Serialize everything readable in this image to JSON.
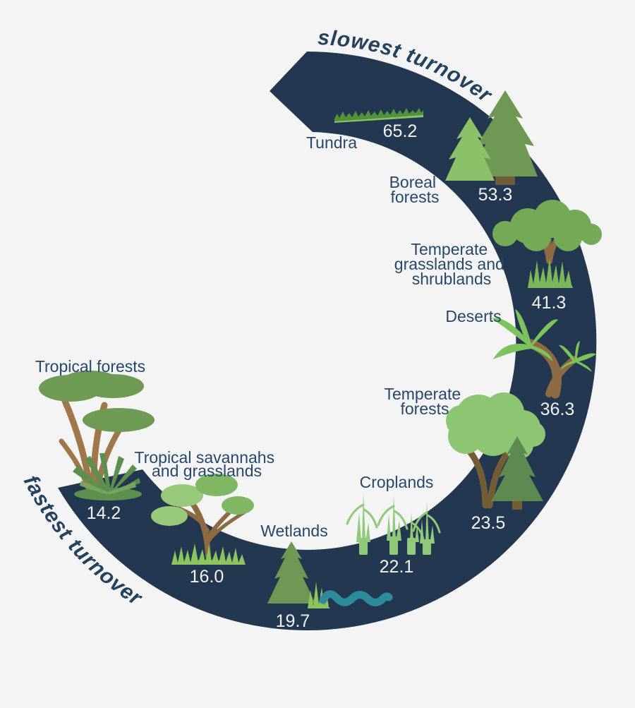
{
  "titles": {
    "slow": "slowest turnover",
    "fast": "fastest turnover"
  },
  "biomes": [
    {
      "name_lines": [
        "Tundra"
      ],
      "value": "65.2",
      "icon": "tundra-grass"
    },
    {
      "name_lines": [
        "Boreal",
        "forests"
      ],
      "value": "53.3",
      "icon": "boreal-pine-trees"
    },
    {
      "name_lines": [
        "Temperate",
        "grasslands and",
        "shrublands"
      ],
      "value": "41.3",
      "icon": "tree-with-grass"
    },
    {
      "name_lines": [
        "Deserts"
      ],
      "value": "36.3",
      "icon": "palm-trees"
    },
    {
      "name_lines": [
        "Temperate",
        "forests"
      ],
      "value": "23.5",
      "icon": "deciduous-and-pine"
    },
    {
      "name_lines": [
        "Croplands"
      ],
      "value": "22.1",
      "icon": "crop-stalks"
    },
    {
      "name_lines": [
        "Wetlands"
      ],
      "value": "19.7",
      "icon": "pine-grass-water"
    },
    {
      "name_lines": [
        "Tropical savannahs",
        "and grasslands"
      ],
      "value": "16.0",
      "icon": "savannah-tree"
    },
    {
      "name_lines": [
        "Tropical forests"
      ],
      "value": "14.2",
      "icon": "tropical-trees-fern"
    }
  ],
  "chart_data": {
    "type": "radial-sequence",
    "title": "",
    "direction_labels": {
      "start": "slowest turnover",
      "end": "fastest turnover"
    },
    "order": "clockwise from top (slowest) to lower-left (fastest)",
    "categories": [
      "Tundra",
      "Boreal forests",
      "Temperate grasslands and shrublands",
      "Deserts",
      "Temperate forests",
      "Croplands",
      "Wetlands",
      "Tropical savannahs and grasslands",
      "Tropical forests"
    ],
    "values": [
      65.2,
      53.3,
      41.3,
      36.3,
      23.5,
      22.1,
      19.7,
      16.0,
      14.2
    ],
    "legend": "none",
    "grid": false
  },
  "colors": {
    "band_navy": "#233750",
    "background": "#f4f4f4",
    "label_navy": "#27486b",
    "title_navy": "#24415e",
    "value_white": "#f2f2f2",
    "green_light": "#8dc672",
    "green_pale": "#97c978",
    "green_mid": "#6e9853",
    "green_pine_gray": "#5e8a52",
    "green_bright": "#7cc35c",
    "green_canopy": "#74aa56",
    "green_olive": "#6f9a53",
    "green_fern": "#5d8f4e",
    "green_grass_dark": "#4f943c",
    "brown_light": "#9f774b",
    "brown_mid": "#8d6a42",
    "brown_dark": "#6f5b39",
    "water_teal": "#2e8b99"
  }
}
